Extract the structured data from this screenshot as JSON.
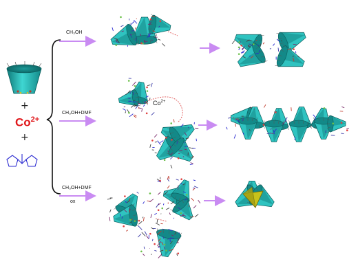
{
  "reactants": {
    "plus_1": "+",
    "metal_ion": "Co",
    "metal_charge": "2+",
    "plus_2": "+"
  },
  "routes": [
    {
      "condition": "CH₃OH"
    },
    {
      "condition": "CH₃OH+DMF"
    },
    {
      "condition": "CH₃OH+DMF",
      "additive": "ox"
    }
  ],
  "route2_ion_label": {
    "ion": "Co",
    "charge": "2+"
  },
  "colors": {
    "cone": "#2fc3c0",
    "cone_dark": "#0f7a79",
    "arrow": "#c98bf2",
    "ion": "#e0161a",
    "tetrahedron": "#c8c21a",
    "frame": "#7a2a6a",
    "ligand": "#3a3aa8"
  }
}
